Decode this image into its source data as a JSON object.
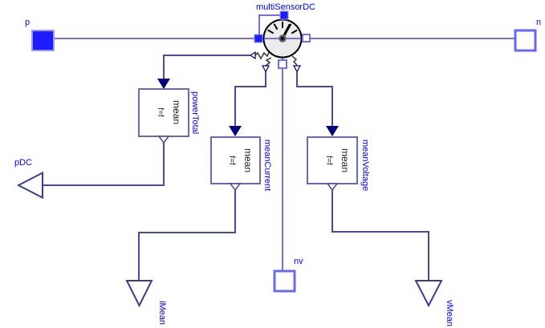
{
  "diagram": {
    "sensor": {
      "label": "multiSensorDC"
    },
    "pins": {
      "p": {
        "label": "p"
      },
      "n": {
        "label": "n"
      },
      "nv": {
        "label": "nv"
      }
    },
    "outputs": {
      "pdc": {
        "label": "pDC"
      },
      "imean": {
        "label": "iMean"
      },
      "vmean": {
        "label": "vMean"
      }
    },
    "blocks": [
      {
        "name": "powerTotal",
        "title": "mean",
        "formula": "f=f"
      },
      {
        "name": "meanCurrent",
        "title": "mean",
        "formula": "f=f"
      },
      {
        "name": "meanVoltage",
        "title": "mean",
        "formula": "f=f"
      }
    ],
    "colors": {
      "electrical_line": "#7070e8",
      "signal_line": "#4a4a99",
      "pin_fill": "#1c1cff",
      "pin_border_light": "#9a9aff",
      "connector_border": "#6666ff",
      "arrow_fill": "#000080",
      "output_border": "#3c3c94",
      "block_border": "#6a6aae",
      "label_text": "#0000ff",
      "gauge_fill": "#ececec",
      "gauge_border": "#000000"
    }
  }
}
